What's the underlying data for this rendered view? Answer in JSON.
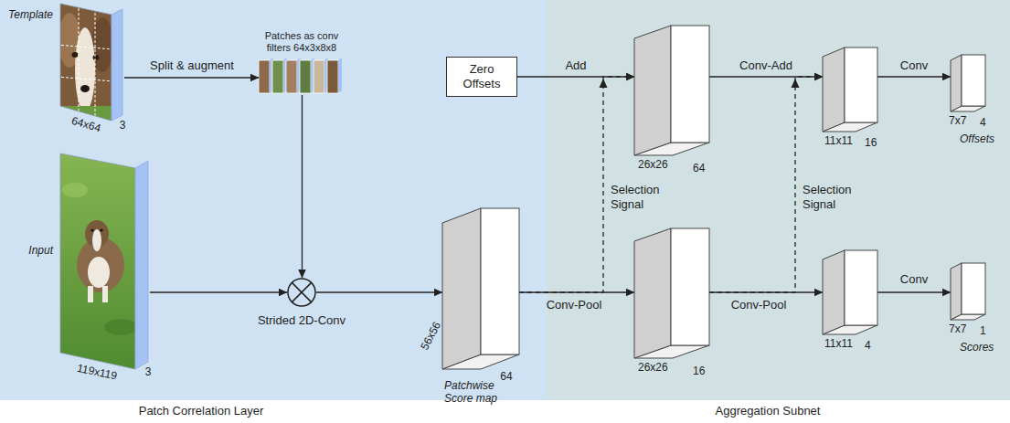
{
  "diagram": {
    "nodes": [
      {
        "text": [
          "Template",
          "64x64",
          "3"
        ]
      },
      {
        "text": [
          "Patches as conv filters 64x3x8x8"
        ]
      },
      {
        "text": [
          "Input",
          "119x119",
          "3"
        ]
      },
      {
        "text": [
          "Strided 2D-Conv"
        ]
      },
      {
        "text": [
          "56x56",
          "64",
          "Patchwise Score map"
        ]
      },
      {
        "text": [
          "Zero Offsets"
        ]
      },
      {
        "text": [
          "26x26",
          "64"
        ]
      },
      {
        "text": [
          "26x26",
          "16"
        ]
      },
      {
        "text": [
          "11x11",
          "16"
        ]
      },
      {
        "text": [
          "11x11",
          "4"
        ]
      },
      {
        "text": [
          "7x7",
          "4",
          "Offsets"
        ]
      },
      {
        "text": [
          "7x7",
          "1",
          "Scores"
        ]
      }
    ],
    "edges": [
      {
        "from": 0,
        "to": 1,
        "label": "Split & augment",
        "arrow": "to"
      },
      {
        "from": 1,
        "to": 3,
        "arrow": "to"
      },
      {
        "from": 2,
        "to": 3,
        "arrow": "to"
      },
      {
        "from": 3,
        "to": 4,
        "arrow": "to"
      },
      {
        "from": 5,
        "to": 6,
        "label": "Add",
        "arrow": "to"
      },
      {
        "from": 4,
        "to": 7,
        "label": "Conv-Pool",
        "arrow": "to"
      },
      {
        "from": 4,
        "to": 6,
        "label": "Selection Signal",
        "arrow": "to"
      },
      {
        "from": 6,
        "to": 8,
        "label": "Conv-Add",
        "arrow": "to"
      },
      {
        "from": 7,
        "to": 9,
        "label": "Conv-Pool",
        "arrow": "to"
      },
      {
        "from": 7,
        "to": 8,
        "label": "Selection Signal",
        "arrow": "to"
      },
      {
        "from": 8,
        "to": 10,
        "label": "Conv",
        "arrow": "to"
      },
      {
        "from": 9,
        "to": 11,
        "label": "Conv",
        "arrow": "to"
      }
    ],
    "labels": [
      "Patch Correlation Layer",
      "Aggregation Subnet"
    ]
  }
}
